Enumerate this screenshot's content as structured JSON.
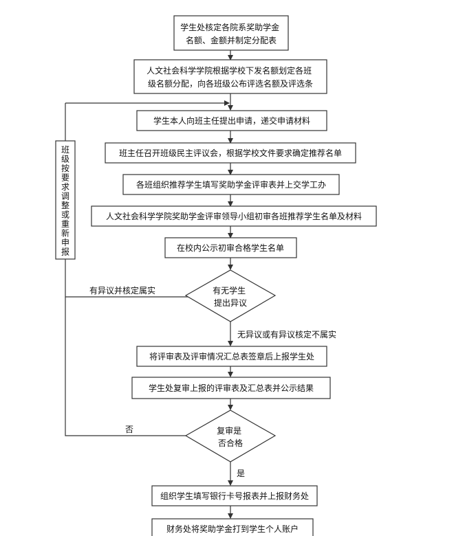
{
  "steps": {
    "s1": [
      "学生处核定各院系奖助学金",
      "名额、金额并制定分配表"
    ],
    "s2": [
      "人文社会科学学院根据学校下发名额划定各班",
      "级名额分配，向各班级公布评选名额及评选条"
    ],
    "s3": "学生本人向班主任提出申请，递交申请材料",
    "s4": "班主任召开班级民主评议会，根据学校文件要求确定推荐名单",
    "s5": "各班组织推荐学生填写奖助学金评审表并上交学工办",
    "s6": "人文社会科学学院奖助学金评审领导小组初审各班推荐学生名单及材料",
    "s7": "在校内公示初审合格学生名单",
    "s8": "将评审表及评审情况汇总表签章后上报学生处",
    "s9": "学生处复审上报的评审表及汇总表并公示结果",
    "s10": "组织学生填写银行卡号报表并上报财务处",
    "s11": "财务处将奖助学金打到学生个人账户"
  },
  "decisions": {
    "d1": [
      "有无学生",
      "提出异议"
    ],
    "d2": [
      "复审是",
      "否合格"
    ]
  },
  "labels": {
    "yes_objection": "有异议并核定属实",
    "no_objection": "无异议或有异议核定不属实",
    "no": "否",
    "yes": "是"
  },
  "side_box": "班级按要求调整或重新申报"
}
